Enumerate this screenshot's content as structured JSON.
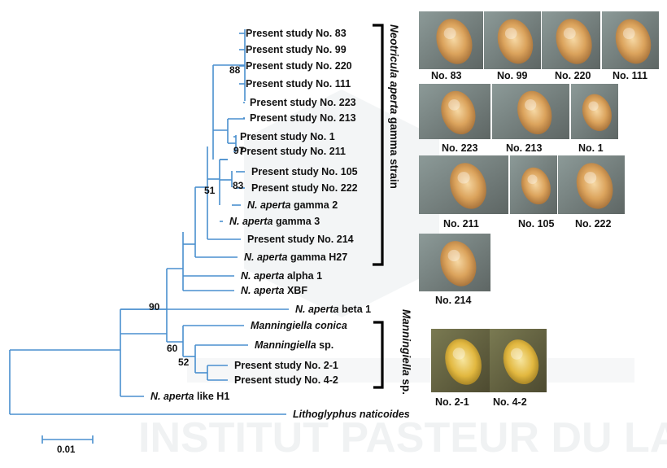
{
  "tips": [
    {
      "text": "Present study No. 83"
    },
    {
      "text": "Present study No. 99"
    },
    {
      "text": "Present study No. 220"
    },
    {
      "text": "Present study No. 111"
    },
    {
      "text": "Present study No. 223"
    },
    {
      "text": "Present study No. 213"
    },
    {
      "text": "Present study No. 1"
    },
    {
      "text": "Present study No. 211"
    },
    {
      "text": "Present study No. 105"
    },
    {
      "text": "Present study No. 222"
    },
    {
      "italic": "N. aperta",
      "rest": " gamma 2"
    },
    {
      "italic": "N. aperta",
      "rest": " gamma 3"
    },
    {
      "text": "Present study No. 214"
    },
    {
      "italic": "N. aperta",
      "rest": " gamma H27"
    },
    {
      "italic": "N. aperta",
      "rest": " alpha 1"
    },
    {
      "italic": "N. aperta",
      "rest": " XBF"
    },
    {
      "italic": "N. aperta",
      "rest": " beta 1"
    },
    {
      "italic": "Manningiella conica",
      "rest": ""
    },
    {
      "italic": "Manningiella",
      "rest": " sp."
    },
    {
      "text": "Present study No. 2-1"
    },
    {
      "text": "Present study No. 4-2"
    },
    {
      "italic": "N. aperta",
      "rest": " like H1"
    },
    {
      "italic": "Lithoglyphus naticoides",
      "rest": ""
    }
  ],
  "bootstrap": [
    "88",
    "97",
    "83",
    "51",
    "90",
    "60",
    "52"
  ],
  "clades": {
    "neotricula": {
      "italic": "Neotricula aperta",
      "rest": " gamma strain"
    },
    "manningiella": {
      "italic": "Manningiella",
      "rest": " sp."
    }
  },
  "photo_captions": [
    "No. 83",
    "No. 99",
    "No. 220",
    "No. 111",
    "No. 223",
    "No. 213",
    "No. 1",
    "No. 211",
    "No. 105",
    "No. 222",
    "No. 214",
    "No. 2-1",
    "No. 4-2"
  ],
  "scale_bar": "0.01",
  "watermark": [
    "INSTITUT PASTEUR DU LAOS"
  ],
  "colors": {
    "branch": "#4a8fcf",
    "bracket": "#000000"
  }
}
